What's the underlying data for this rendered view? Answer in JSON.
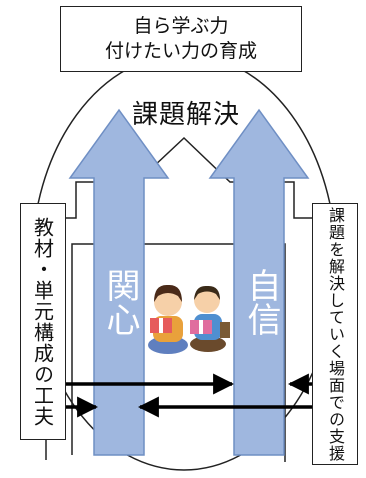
{
  "top_box": {
    "line1": "自ら学ぶ力",
    "line2": "付けたい力の育成"
  },
  "goal_label": "課題解決",
  "left_box": {
    "text": "教材・単元構成の工夫"
  },
  "right_box": {
    "text": "課題を解決していく場面での支援"
  },
  "arrows": {
    "left_label": "関心",
    "right_label": "自信",
    "fill_color": "#9fb7df",
    "stroke_color": "#6f8fc4"
  },
  "illustration": {
    "icon": "children-reading-icon"
  }
}
